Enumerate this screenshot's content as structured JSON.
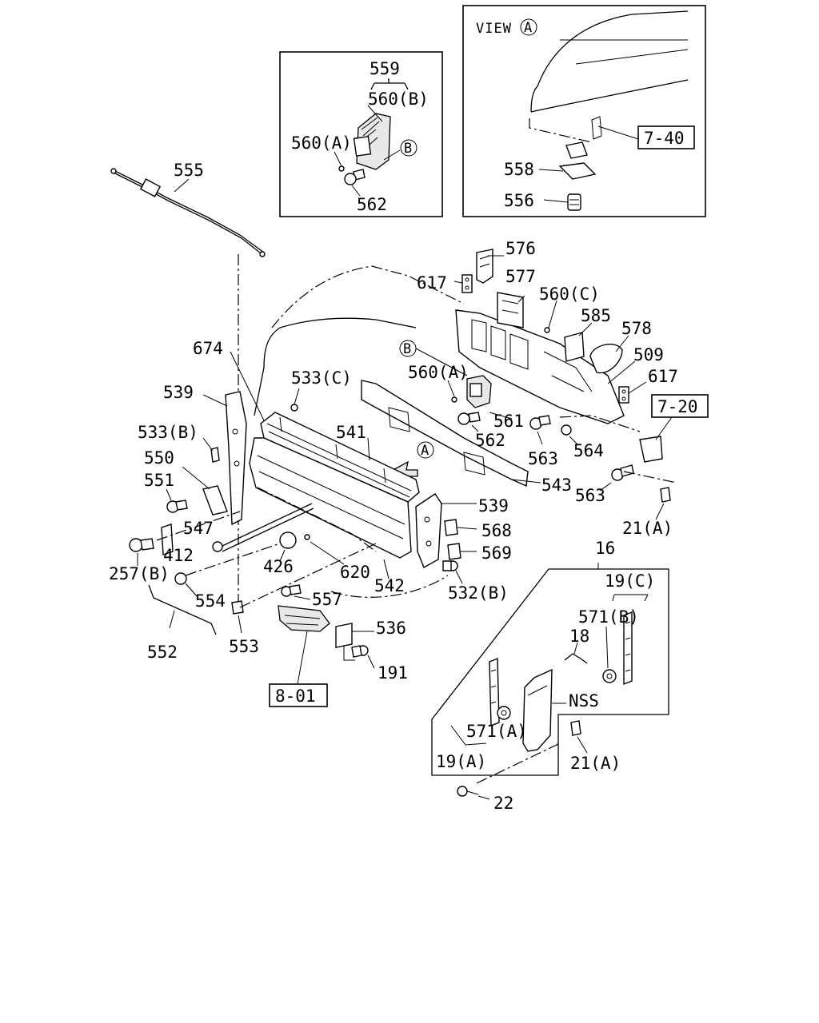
{
  "labels": {
    "inset_view_title": "VIEW",
    "view_letter": "A",
    "p559": "559",
    "p560b": "560(B)",
    "p560a_inset": "560(A)",
    "circle_b_inset": "B",
    "p562_inset": "562",
    "p555": "555",
    "p558": "558",
    "p556": "556",
    "ref_7_40": "7-40",
    "p576": "576",
    "p617_top": "617",
    "p577": "577",
    "p560c": "560(C)",
    "p585": "585",
    "p578": "578",
    "p509": "509",
    "p617_right": "617",
    "circle_b_main": "B",
    "p560a_main": "560(A)",
    "p674": "674",
    "p533c": "533(C)",
    "p539_left": "539",
    "p533b": "533(B)",
    "p541": "541",
    "p561": "561",
    "p562_main": "562",
    "p563_a": "563",
    "p564": "564",
    "ref_7_20": "7-20",
    "circle_a_main": "A",
    "p543": "543",
    "p563_b": "563",
    "p550": "550",
    "p551": "551",
    "p547": "547",
    "p412": "412",
    "p539_right": "539",
    "p568": "568",
    "p569": "569",
    "p21a_top": "21(A)",
    "p16": "16",
    "p257b": "257(B)",
    "p426": "426",
    "p620": "620",
    "p542": "542",
    "p532b": "532(B)",
    "p554": "554",
    "p557": "557",
    "p19c": "19(C)",
    "p571b": "571(B)",
    "p18": "18",
    "p552": "552",
    "p553": "553",
    "p536": "536",
    "p191": "191",
    "ref_8_01": "8-01",
    "nss": "NSS",
    "p571a": "571(A)",
    "p19a": "19(A)",
    "p21a_bottom": "21(A)",
    "p22": "22"
  }
}
